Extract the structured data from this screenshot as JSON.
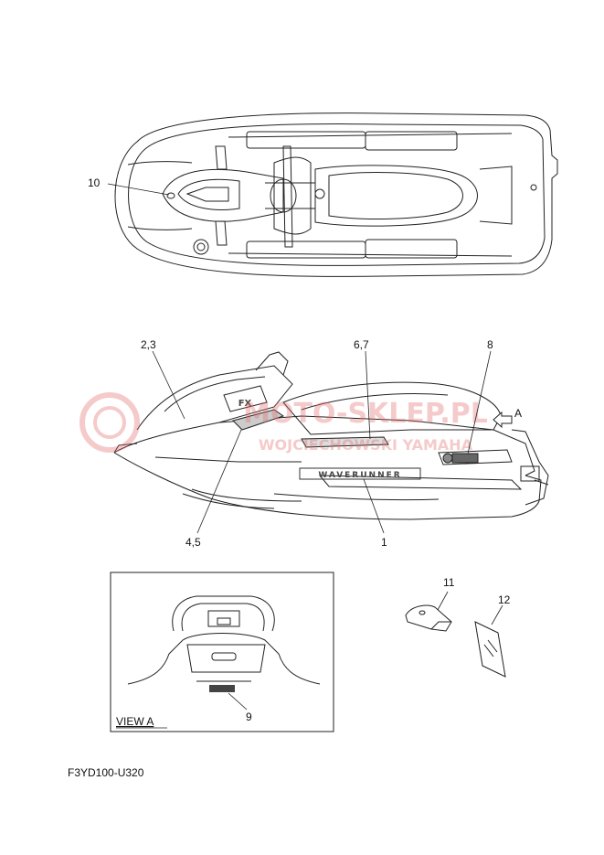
{
  "document_code": "F3YD100-U320",
  "view_label": "VIEW A",
  "view_arrow_label": "A",
  "callouts": {
    "c10": "10",
    "c23": "2,3",
    "c67": "6,7",
    "c8": "8",
    "c45": "4,5",
    "c1": "1",
    "c9": "9",
    "c11": "11",
    "c12": "12"
  },
  "watermark": {
    "line1": "MOTO-SKLEP.PL",
    "line2": "WOJCIECHOWSKI YAMAHA",
    "color": "#e36a6a"
  },
  "decal_text": "WAVERUNNER",
  "decal_badge": "FX"
}
